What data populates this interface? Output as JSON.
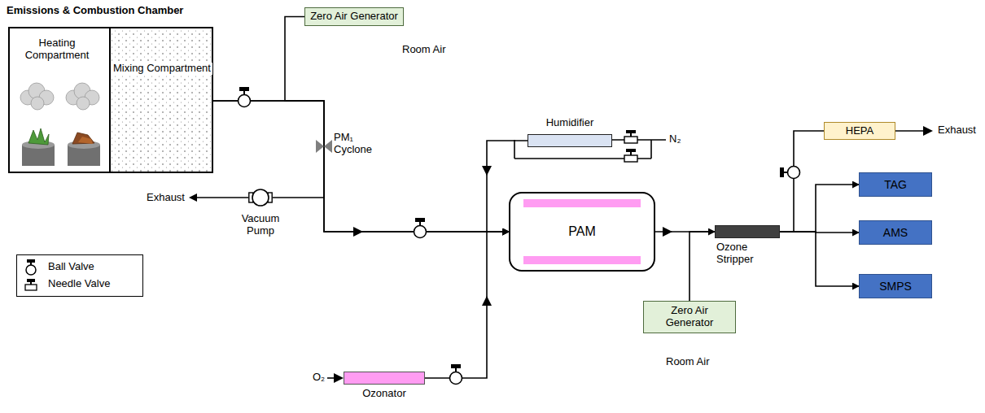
{
  "diagram": {
    "nodes": [
      {
        "text": [
          "Emissions & Combustion Chamber"
        ]
      },
      {
        "text": [
          "Heating Compartment"
        ],
        "in": 0
      },
      {
        "text": [
          "Mixing Compartment"
        ],
        "in": 0
      },
      {
        "text": [
          "Zero Air Generator"
        ]
      },
      {
        "text": [
          "Vacuum Pump"
        ]
      },
      {
        "text": [
          "PAM"
        ]
      },
      {
        "text": [
          "Humidifier"
        ]
      },
      {
        "text": [
          "Ozonator"
        ]
      },
      {
        "text": [
          "Zero Air Generator"
        ]
      },
      {
        "text": [
          "Ozone Stripper"
        ]
      },
      {
        "text": [
          "HEPA"
        ]
      },
      {
        "text": [
          "TAG"
        ]
      },
      {
        "text": [
          "AMS"
        ]
      },
      {
        "text": [
          "SMPS"
        ]
      }
    ],
    "edges": [
      {
        "from": 0,
        "to": 5,
        "arrow": "to"
      },
      {
        "from": 3,
        "to": 5,
        "arrow": "to"
      },
      {
        "from": 0,
        "to": 4,
        "arrow": "none"
      },
      {
        "from": 6,
        "to": 5,
        "arrow": "to"
      },
      {
        "from": 7,
        "to": 5,
        "arrow": "to"
      },
      {
        "from": 5,
        "to": 9,
        "arrow": "to"
      },
      {
        "from": 8,
        "to": 9,
        "arrow": "none"
      },
      {
        "from": 9,
        "to": 10,
        "arrow": "none"
      },
      {
        "from": 9,
        "to": 11,
        "arrow": "to"
      },
      {
        "from": 9,
        "to": 12,
        "arrow": "to"
      },
      {
        "from": 9,
        "to": 13,
        "arrow": "to"
      }
    ],
    "labels": [
      "Room Air",
      "PM₁ Cyclone",
      "Exhaust",
      "N₂",
      "O₂",
      "Room Air",
      "Exhaust"
    ],
    "legend": [
      {
        "text": "Ball Valve"
      },
      {
        "text": "Needle Valve"
      }
    ]
  }
}
